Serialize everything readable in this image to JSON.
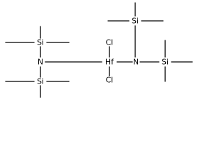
{
  "molecule": {
    "atoms": {
      "si_top_left": "Si",
      "n_left": "N",
      "si_bottom_left": "Si",
      "hf_center": "Hf",
      "cl_top": "Cl",
      "cl_bottom": "Cl",
      "si_top_right": "Si",
      "n_right": "N",
      "si_right": "Si"
    }
  }
}
